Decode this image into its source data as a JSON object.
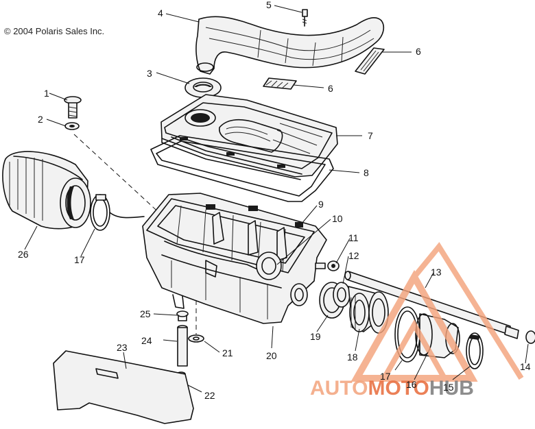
{
  "copyright": "© 2004 Polaris Sales Inc.",
  "watermark": {
    "part1": "AUTO",
    "part2": "MOTO",
    "part3": "HUB",
    "color_light": "#f3a37c",
    "color_mid": "#e86a3a",
    "color_dark": "#7a7a7a"
  },
  "callouts": {
    "c1": "1",
    "c2": "2",
    "c3": "3",
    "c4": "4",
    "c5": "5",
    "c6a": "6",
    "c6b": "6",
    "c7": "7",
    "c8": "8",
    "c9": "9",
    "c10": "10",
    "c11": "11",
    "c12": "12",
    "c13": "13",
    "c14": "14",
    "c15": "15",
    "c16": "16",
    "c17a": "17",
    "c17b": "17",
    "c18": "18",
    "c19": "19",
    "c20": "20",
    "c21": "21",
    "c22": "22",
    "c23": "23",
    "c24": "24",
    "c25": "25",
    "c26": "26"
  }
}
